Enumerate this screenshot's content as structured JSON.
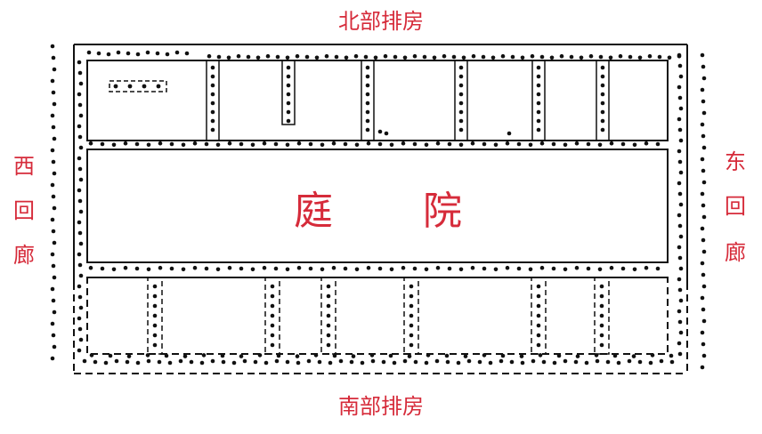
{
  "labels": {
    "north": "北部排房",
    "south": "南部排房",
    "west": [
      "西",
      "回",
      "廊"
    ],
    "east": [
      "东",
      "回",
      "廊"
    ],
    "courtyard": [
      "庭",
      "院"
    ]
  },
  "colors": {
    "label": "#d62b3a",
    "line": "#111111",
    "post": "#111111",
    "background": "#ffffff"
  }
}
